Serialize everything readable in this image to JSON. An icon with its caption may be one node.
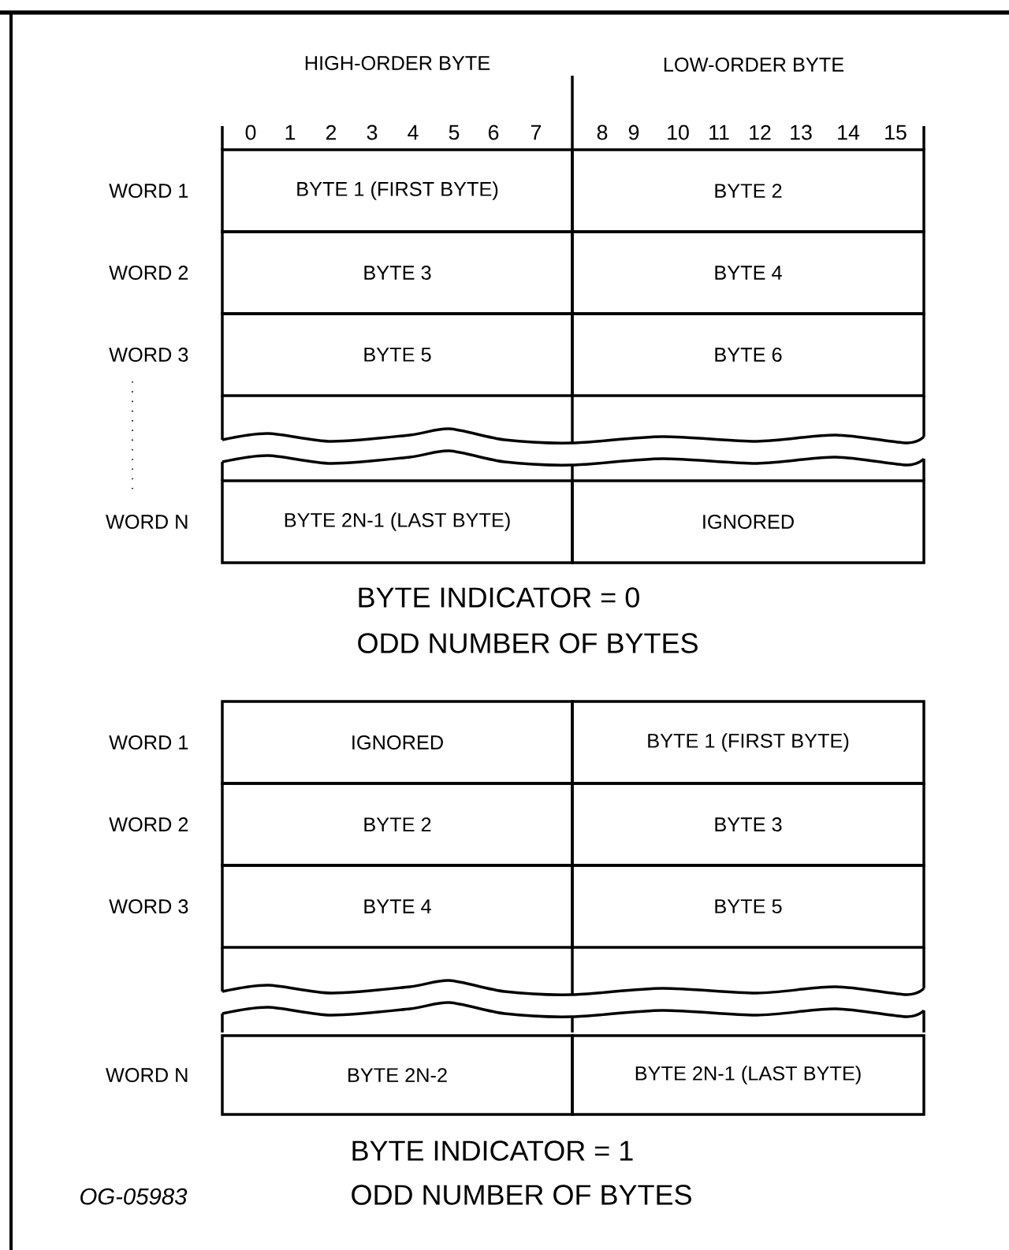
{
  "diagram": {
    "nodes": [
      {
        "text": [
          "BYTE 1 (FIRST BYTE)"
        ]
      },
      {
        "text": [
          "BYTE 2"
        ]
      },
      {
        "text": [
          "BYTE 3"
        ]
      },
      {
        "text": [
          "BYTE 4"
        ]
      },
      {
        "text": [
          "BYTE 5"
        ]
      },
      {
        "text": [
          "BYTE 6"
        ]
      },
      {
        "text": [
          "BYTE 2N-1 (LAST BYTE)"
        ]
      },
      {
        "text": [
          "IGNORED"
        ]
      },
      {
        "text": [
          "IGNORED"
        ]
      },
      {
        "text": [
          "BYTE 1 (FIRST BYTE)"
        ]
      },
      {
        "text": [
          "BYTE 2"
        ]
      },
      {
        "text": [
          "BYTE 3"
        ]
      },
      {
        "text": [
          "BYTE 4"
        ]
      },
      {
        "text": [
          "BYTE 5"
        ]
      },
      {
        "text": [
          "BYTE 2N-2"
        ]
      },
      {
        "text": [
          "BYTE 2N-1 (LAST BYTE)"
        ]
      }
    ],
    "labels": [
      "HIGH-ORDER BYTE",
      "LOW-ORDER BYTE",
      "0",
      "1",
      "2",
      "3",
      "4",
      "5",
      "6",
      "7",
      "8",
      "9",
      "10",
      "11",
      "12",
      "13",
      "14",
      "15",
      "WORD 1",
      "WORD 2",
      "WORD 3",
      "WORD N",
      "BYTE INDICATOR = 0",
      "ODD NUMBER OF BYTES",
      "WORD 1",
      "WORD 2",
      "WORD 3",
      "WORD N",
      "BYTE INDICATOR = 1",
      "OG-05983",
      "ODD NUMBER OF BYTES"
    ]
  }
}
